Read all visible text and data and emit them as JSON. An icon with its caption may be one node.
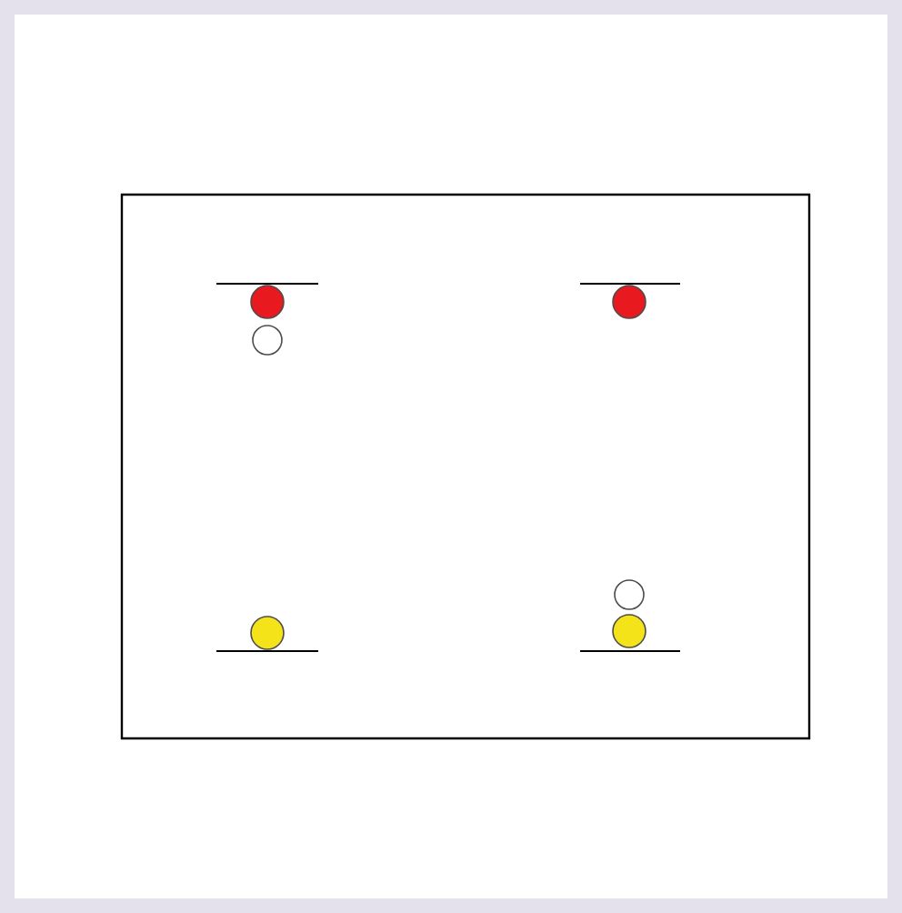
{
  "diagram": {
    "nodes": [
      {
        "text": [],
        "shape": "box"
      },
      {
        "text": [],
        "shape": "bar",
        "in": 0
      },
      {
        "text": [],
        "shape": "bar",
        "in": 0
      },
      {
        "text": [],
        "shape": "circle",
        "in": 0
      },
      {
        "text": [],
        "shape": "circle",
        "in": 0
      },
      {
        "text": [],
        "shape": "circle",
        "in": 0
      },
      {
        "text": [],
        "shape": "circle",
        "in": 0
      },
      {
        "text": [],
        "shape": "circle",
        "in": 0
      },
      {
        "text": [],
        "shape": "circle",
        "in": 0
      },
      {
        "text": [],
        "shape": "bar",
        "in": 0
      },
      {
        "text": [],
        "shape": "bar",
        "in": 0
      }
    ]
  }
}
